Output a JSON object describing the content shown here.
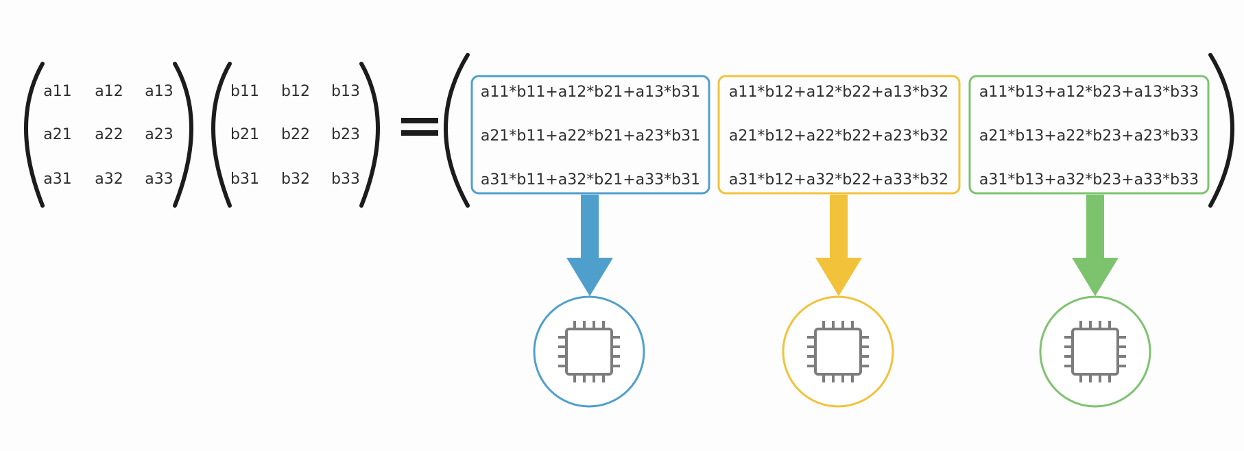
{
  "matrix_a": [
    [
      "a11",
      "a12",
      "a13"
    ],
    [
      "a21",
      "a22",
      "a23"
    ],
    [
      "a31",
      "a32",
      "a33"
    ]
  ],
  "matrix_b": [
    [
      "b11",
      "b12",
      "b13"
    ],
    [
      "b21",
      "b22",
      "b23"
    ],
    [
      "b31",
      "b32",
      "b33"
    ]
  ],
  "result_columns": [
    {
      "color": "#4f9fcd",
      "icon": "cpu-chip-icon",
      "rows": [
        "a11*b11+a12*b21+a13*b31",
        "a21*b11+a22*b21+a23*b31",
        "a31*b11+a32*b21+a33*b31"
      ]
    },
    {
      "color": "#f2c23a",
      "icon": "cpu-chip-icon",
      "rows": [
        "a11*b12+a12*b22+a13*b32",
        "a21*b12+a22*b22+a23*b32",
        "a31*b12+a32*b22+a33*b32"
      ]
    },
    {
      "color": "#7dc36e",
      "icon": "cpu-chip-icon",
      "rows": [
        "a11*b13+a12*b23+a13*b33",
        "a21*b13+a22*b23+a23*b33",
        "a31*b13+a32*b23+a33*b33"
      ]
    }
  ],
  "chip_color": "#7d7d7d"
}
